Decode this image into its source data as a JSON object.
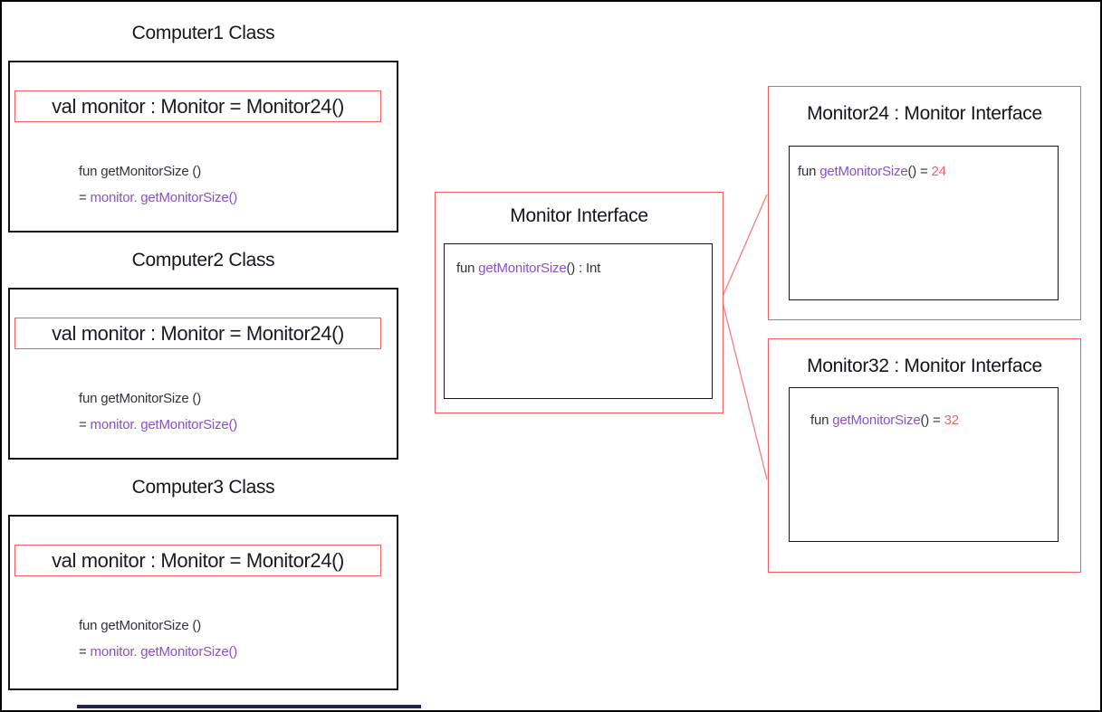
{
  "colors": {
    "accent_red_border": "#f15f5f",
    "connector_red": "#f58585",
    "code_purple": "#8a50c8",
    "value_red": "#f05f68",
    "text_dark": "#1d1d2b",
    "bottom_bar_navy": "#232350"
  },
  "computer_classes": [
    {
      "title": "Computer1 Class",
      "declaration": "val monitor : Monitor = Monitor24()",
      "method_signature": "fun getMonitorSize ()",
      "method_body_eq": "= ",
      "method_body": "monitor. getMonitorSize()"
    },
    {
      "title": "Computer2 Class",
      "declaration": "val monitor : Monitor = Monitor24()",
      "method_signature": "fun getMonitorSize ()",
      "method_body_eq": "= ",
      "method_body": "monitor. getMonitorSize()"
    },
    {
      "title": "Computer3 Class",
      "declaration": "val monitor : Monitor = Monitor24()",
      "method_signature": "fun getMonitorSize ()",
      "method_body_eq": "= ",
      "method_body": "monitor. getMonitorSize()"
    }
  ],
  "monitor_interface": {
    "title": "Monitor Interface",
    "code_keyword": "fun ",
    "code_method": "getMonitorSize",
    "code_rest": "() : Int"
  },
  "implementations": [
    {
      "title": "Monitor24 : Monitor Interface",
      "code_keyword": "fun ",
      "code_method": "getMonitorSize",
      "code_rest": "() = ",
      "code_value": "24"
    },
    {
      "title": "Monitor32 : Monitor Interface",
      "code_keyword": "fun ",
      "code_method": "getMonitorSize",
      "code_rest": "() = ",
      "code_value": "32"
    }
  ]
}
